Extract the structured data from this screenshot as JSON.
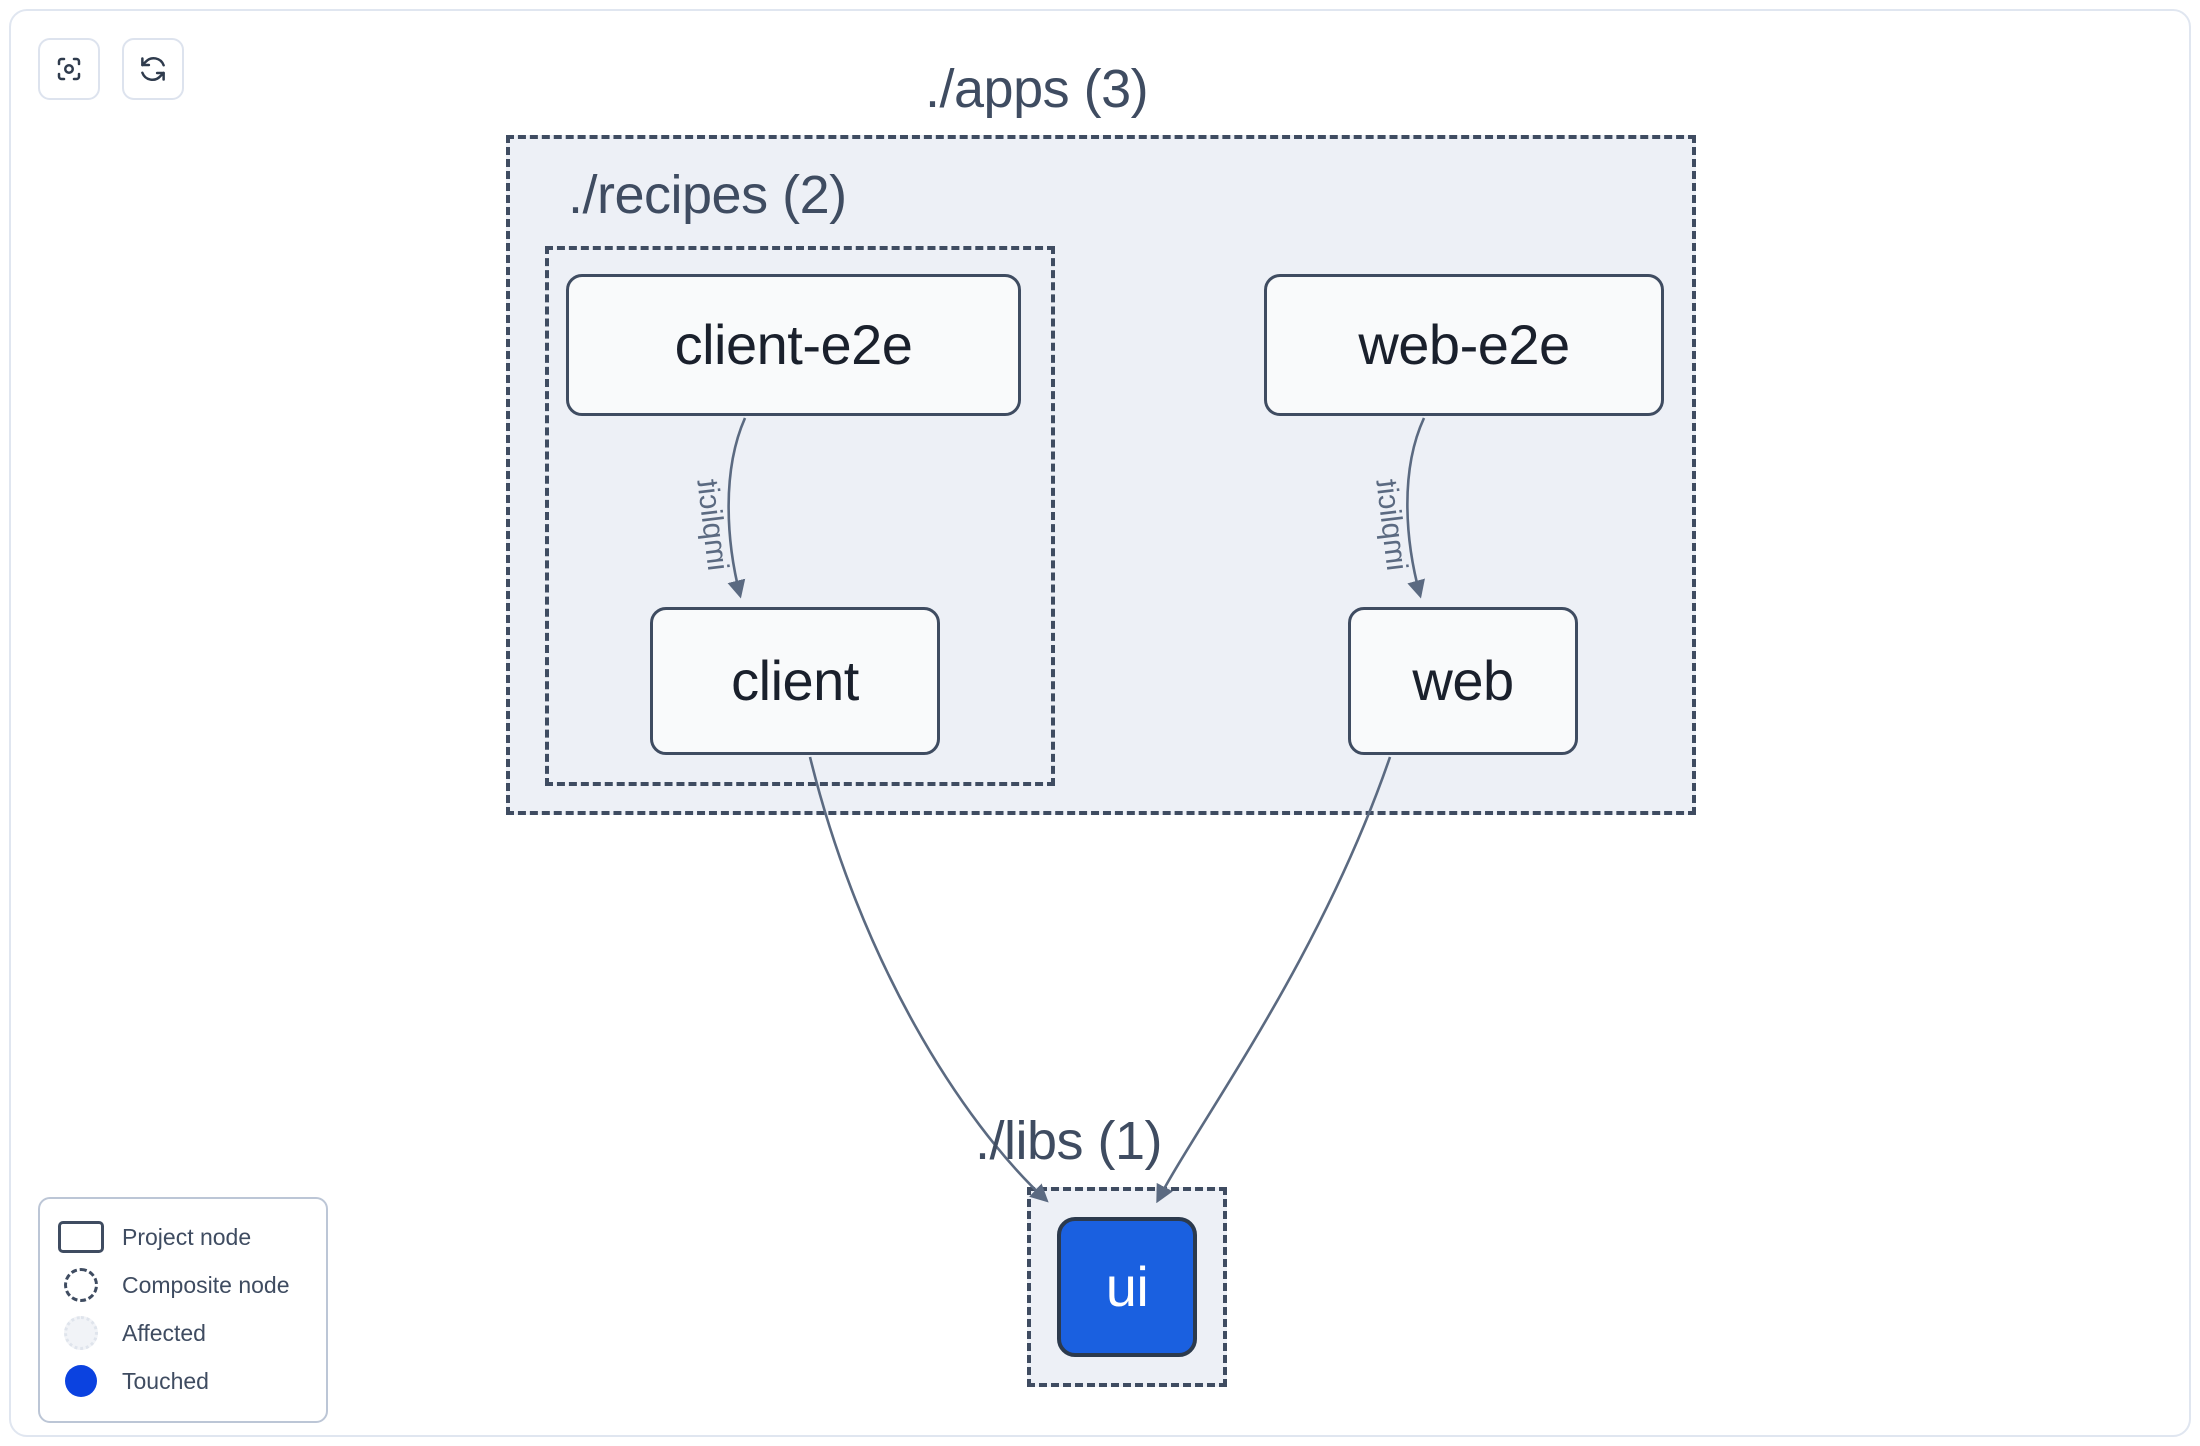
{
  "toolbar": {
    "buttons": [
      {
        "name": "focus-graph",
        "icon": "focus-icon",
        "title": "Focus graph"
      },
      {
        "name": "refresh-graph",
        "icon": "refresh-icon",
        "title": "Refresh graph"
      }
    ]
  },
  "graph": {
    "groups": [
      {
        "id": "apps",
        "label": "./apps (3)",
        "count": 3
      },
      {
        "id": "recipes",
        "label": "./recipes (2)",
        "count": 2
      },
      {
        "id": "libs",
        "label": "./libs (1)",
        "count": 1
      }
    ],
    "nodes": [
      {
        "id": "client-e2e",
        "label": "client-e2e",
        "group": "recipes",
        "state": "normal"
      },
      {
        "id": "web-e2e",
        "label": "web-e2e",
        "group": "apps",
        "state": "normal"
      },
      {
        "id": "client",
        "label": "client",
        "group": "recipes",
        "state": "normal"
      },
      {
        "id": "web",
        "label": "web",
        "group": "apps",
        "state": "normal"
      },
      {
        "id": "ui",
        "label": "ui",
        "group": "libs",
        "state": "touched"
      }
    ],
    "edges": [
      {
        "from": "client-e2e",
        "to": "client",
        "label": "implicit"
      },
      {
        "from": "web-e2e",
        "to": "web",
        "label": "implicit"
      },
      {
        "from": "client",
        "to": "ui",
        "label": ""
      },
      {
        "from": "web",
        "to": "ui",
        "label": ""
      }
    ]
  },
  "legend": {
    "items": [
      {
        "swatch": "project-node-swatch",
        "label": "Project node"
      },
      {
        "swatch": "composite-node-swatch",
        "label": "Composite node"
      },
      {
        "swatch": "affected-swatch",
        "label": "Affected"
      },
      {
        "swatch": "touched-swatch",
        "label": "Touched"
      }
    ]
  },
  "colors": {
    "touched": "#0b42e0",
    "node_border": "#3f4c61",
    "group_fill": "#edf0f6",
    "edge": "#5b6a81",
    "panel_border": "#e0e6f0"
  }
}
